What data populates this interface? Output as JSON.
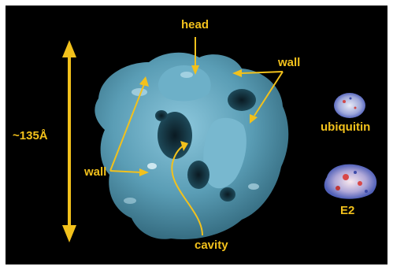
{
  "labels": {
    "size": "~135Å",
    "head": "head",
    "wall_top": "wall",
    "wall_left": "wall",
    "cavity": "cavity",
    "ubiquitin": "ubiquitin",
    "e2": "E2"
  },
  "colors": {
    "background": "#000000",
    "annotation": "#f2c11c",
    "structure": "#5a9db5",
    "text_white": "#ffffff"
  },
  "icons": {
    "ubiquitin_model": "ubiquitin-surface-model",
    "e2_model": "e2-surface-model"
  }
}
